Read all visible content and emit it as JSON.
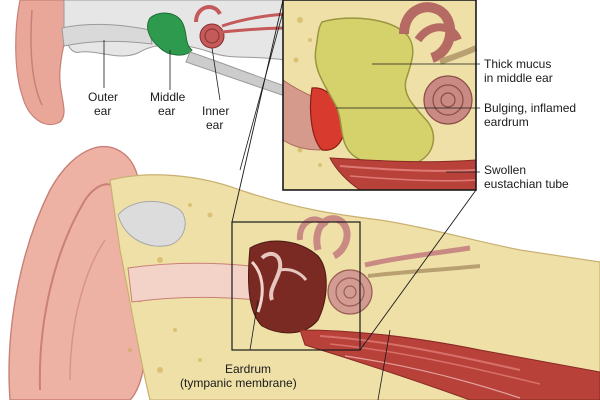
{
  "labels": {
    "outer_ear_1": "Outer",
    "outer_ear_2": "ear",
    "middle_ear_1": "Middle",
    "middle_ear_2": "ear",
    "inner_ear_1": "Inner",
    "inner_ear_2": "ear",
    "mucus_1": "Thick mucus",
    "mucus_2": "in middle ear",
    "eardrum_bulge_1": "Bulging, inflamed",
    "eardrum_bulge_2": "eardrum",
    "tube_1": "Swollen",
    "tube_2": "eustachian tube",
    "tympanic_1": "Eardrum",
    "tympanic_2": "(tympanic membrane)"
  },
  "colors": {
    "skin": "#e9a79a",
    "skin_dark": "#c98076",
    "bone": "#efe0a8",
    "bone_shadow": "#d8c486",
    "middle_ear_green": "#2e9a4e",
    "cochlea": "#b56a63",
    "mucus": "#d6d26b",
    "muscle": "#b8413a",
    "canal_dark": "#7a2a22",
    "frame": "#1a1a1a"
  }
}
